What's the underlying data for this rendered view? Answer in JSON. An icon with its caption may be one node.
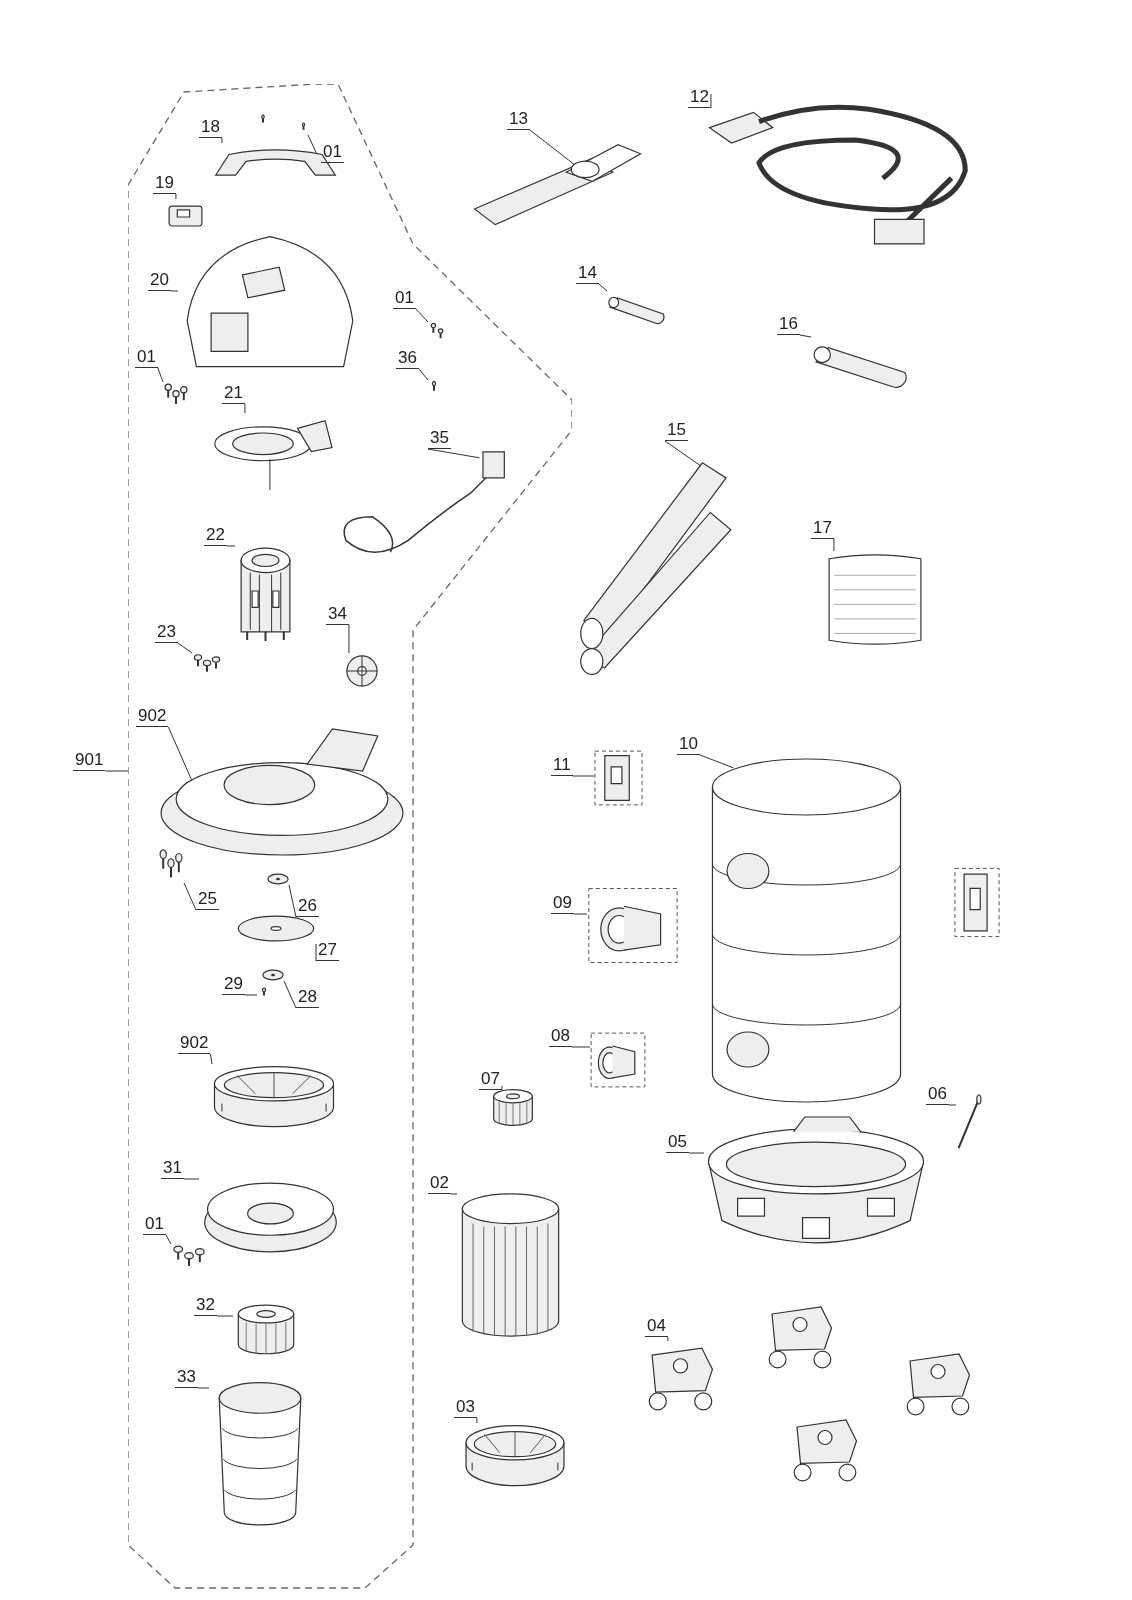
{
  "diagram": {
    "nodes": [
      {
        "text": [],
        "shape": "box"
      },
      {
        "text": [
          "18"
        ],
        "in": 0
      },
      {
        "text": [],
        "shape": "picture",
        "in": 0
      },
      {
        "text": [
          "01"
        ],
        "in": 0
      },
      {
        "text": [],
        "shape": "picture",
        "in": 0
      },
      {
        "text": [
          "19"
        ],
        "in": 0
      },
      {
        "text": [],
        "shape": "picture",
        "in": 0
      },
      {
        "text": [
          "20"
        ],
        "in": 0
      },
      {
        "text": [],
        "shape": "picture",
        "in": 0
      },
      {
        "text": [
          "01"
        ],
        "in": 0
      },
      {
        "text": [],
        "shape": "picture",
        "in": 0
      },
      {
        "text": [
          "36"
        ],
        "in": 0
      },
      {
        "text": [],
        "shape": "picture",
        "in": 0
      },
      {
        "text": [
          "01"
        ],
        "in": 0
      },
      {
        "text": [],
        "shape": "picture",
        "in": 0
      },
      {
        "text": [
          "21"
        ],
        "in": 0
      },
      {
        "text": [],
        "shape": "picture",
        "in": 0
      },
      {
        "text": [
          "35"
        ],
        "in": 0
      },
      {
        "text": [],
        "shape": "picture",
        "in": 0
      },
      {
        "text": [
          "22"
        ],
        "in": 0
      },
      {
        "text": [],
        "shape": "picture",
        "in": 0
      },
      {
        "text": [
          "23"
        ],
        "in": 0
      },
      {
        "text": [],
        "shape": "picture",
        "in": 0
      },
      {
        "text": [
          "34"
        ],
        "in": 0
      },
      {
        "text": [],
        "shape": "picture",
        "in": 0
      },
      {
        "text": [
          "902"
        ],
        "in": 0
      },
      {
        "text": [],
        "shape": "picture",
        "in": 0
      },
      {
        "text": [
          "901"
        ]
      },
      {
        "text": [
          "25"
        ],
        "in": 0
      },
      {
        "text": [],
        "shape": "picture",
        "in": 0
      },
      {
        "text": [
          "26"
        ],
        "in": 0
      },
      {
        "text": [],
        "shape": "picture",
        "in": 0
      },
      {
        "text": [
          "27"
        ],
        "in": 0
      },
      {
        "text": [],
        "shape": "picture",
        "in": 0
      },
      {
        "text": [
          "29"
        ],
        "in": 0
      },
      {
        "text": [],
        "shape": "picture",
        "in": 0
      },
      {
        "text": [
          "28"
        ],
        "in": 0
      },
      {
        "text": [],
        "shape": "picture",
        "in": 0
      },
      {
        "text": [
          "902"
        ],
        "in": 0
      },
      {
        "text": [],
        "shape": "picture",
        "in": 0
      },
      {
        "text": [
          "31"
        ],
        "in": 0
      },
      {
        "text": [],
        "shape": "picture",
        "in": 0
      },
      {
        "text": [
          "01"
        ],
        "in": 0
      },
      {
        "text": [],
        "shape": "picture",
        "in": 0
      },
      {
        "text": [
          "32"
        ],
        "in": 0
      },
      {
        "text": [],
        "shape": "picture",
        "in": 0
      },
      {
        "text": [
          "33"
        ],
        "in": 0
      },
      {
        "text": [],
        "shape": "picture",
        "in": 0
      },
      {
        "text": [
          "13"
        ]
      },
      {
        "text": [],
        "shape": "picture"
      },
      {
        "text": [
          "12"
        ]
      },
      {
        "text": [],
        "shape": "picture"
      },
      {
        "text": [
          "14"
        ]
      },
      {
        "text": [],
        "shape": "picture"
      },
      {
        "text": [
          "16"
        ]
      },
      {
        "text": [],
        "shape": "picture"
      },
      {
        "text": [
          "15"
        ]
      },
      {
        "text": [],
        "shape": "picture"
      },
      {
        "text": [
          "17"
        ]
      },
      {
        "text": [],
        "shape": "picture"
      },
      {
        "text": [
          "11"
        ]
      },
      {
        "text": [],
        "shape": "picture"
      },
      {
        "text": [
          "10"
        ]
      },
      {
        "text": [],
        "shape": "picture"
      },
      {
        "text": [
          "09"
        ]
      },
      {
        "text": [],
        "shape": "picture"
      },
      {
        "text": [
          "08"
        ]
      },
      {
        "text": [],
        "shape": "picture"
      },
      {
        "text": [
          "07"
        ]
      },
      {
        "text": [],
        "shape": "picture"
      },
      {
        "text": [
          "06"
        ]
      },
      {
        "text": [],
        "shape": "picture"
      },
      {
        "text": [
          "05"
        ]
      },
      {
        "text": [],
        "shape": "picture"
      },
      {
        "text": [
          "02"
        ]
      },
      {
        "text": [],
        "shape": "picture"
      },
      {
        "text": [
          "04"
        ]
      },
      {
        "text": [],
        "shape": "picture"
      },
      {
        "text": [
          "03"
        ]
      },
      {
        "text": [],
        "shape": "picture"
      }
    ],
    "edges": [
      {
        "from": 1,
        "to": 2,
        "arrow": "none"
      },
      {
        "from": 3,
        "to": 4,
        "arrow": "none"
      },
      {
        "from": 5,
        "to": 6,
        "arrow": "none"
      },
      {
        "from": 7,
        "to": 8,
        "arrow": "none"
      },
      {
        "from": 9,
        "to": 10,
        "arrow": "none"
      },
      {
        "from": 11,
        "to": 12,
        "arrow": "none"
      },
      {
        "from": 13,
        "to": 14,
        "arrow": "none"
      },
      {
        "from": 15,
        "to": 16,
        "arrow": "none"
      },
      {
        "from": 17,
        "to": 18,
        "arrow": "none"
      },
      {
        "from": 19,
        "to": 20,
        "arrow": "none"
      },
      {
        "from": 21,
        "to": 22,
        "arrow": "none"
      },
      {
        "from": 23,
        "to": 24,
        "arrow": "none"
      },
      {
        "from": 25,
        "to": 26,
        "arrow": "none"
      },
      {
        "from": 27,
        "to": 0,
        "arrow": "none"
      },
      {
        "from": 28,
        "to": 29,
        "arrow": "none"
      },
      {
        "from": 30,
        "to": 31,
        "arrow": "none"
      },
      {
        "from": 32,
        "to": 33,
        "arrow": "none"
      },
      {
        "from": 34,
        "to": 35,
        "arrow": "none"
      },
      {
        "from": 36,
        "to": 37,
        "arrow": "none"
      },
      {
        "from": 38,
        "to": 39,
        "arrow": "none"
      },
      {
        "from": 40,
        "to": 41,
        "arrow": "none"
      },
      {
        "from": 42,
        "to": 43,
        "arrow": "none"
      },
      {
        "from": 44,
        "to": 45,
        "arrow": "none"
      },
      {
        "from": 46,
        "to": 47,
        "arrow": "none"
      },
      {
        "from": 48,
        "to": 49,
        "arrow": "none"
      },
      {
        "from": 50,
        "to": 51,
        "arrow": "none"
      },
      {
        "from": 52,
        "to": 53,
        "arrow": "none"
      },
      {
        "from": 54,
        "to": 55,
        "arrow": "none"
      },
      {
        "from": 56,
        "to": 57,
        "arrow": "none"
      },
      {
        "from": 58,
        "to": 59,
        "arrow": "none"
      },
      {
        "from": 60,
        "to": 61,
        "arrow": "none"
      },
      {
        "from": 62,
        "to": 63,
        "arrow": "none"
      },
      {
        "from": 64,
        "to": 65,
        "arrow": "none"
      },
      {
        "from": 66,
        "to": 67,
        "arrow": "none"
      },
      {
        "from": 68,
        "to": 69,
        "arrow": "none"
      },
      {
        "from": 70,
        "to": 71,
        "arrow": "none"
      },
      {
        "from": 72,
        "to": 73,
        "arrow": "none"
      },
      {
        "from": 74,
        "to": 75,
        "arrow": "none"
      },
      {
        "from": 76,
        "to": 77,
        "arrow": "none"
      },
      {
        "from": 78,
        "to": 79,
        "arrow": "none"
      }
    ]
  }
}
